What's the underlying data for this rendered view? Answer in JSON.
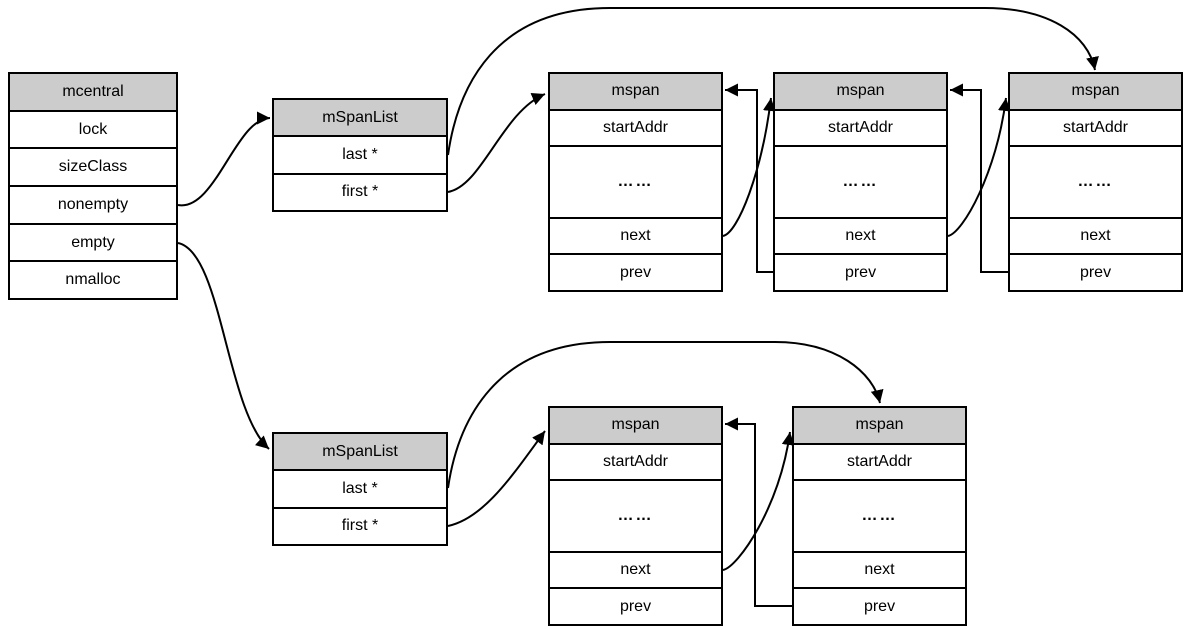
{
  "palette": {
    "background": "#ffffff",
    "header_fill": "#cccccc",
    "border": "#000000",
    "text": "#000000",
    "arrow": "#000000"
  },
  "mcentral": {
    "title": "mcentral",
    "fields": [
      "lock",
      "sizeClass",
      "nonempty",
      "empty",
      "nmalloc"
    ]
  },
  "nonempty_list": {
    "spanlist": {
      "title": "mSpanList",
      "fields": [
        "last *",
        "first *"
      ]
    },
    "spans": [
      {
        "title": "mspan",
        "fields": [
          "startAddr",
          "……",
          "next",
          "prev"
        ]
      },
      {
        "title": "mspan",
        "fields": [
          "startAddr",
          "……",
          "next",
          "prev"
        ]
      },
      {
        "title": "mspan",
        "fields": [
          "startAddr",
          "……",
          "next",
          "prev"
        ]
      }
    ]
  },
  "empty_list": {
    "spanlist": {
      "title": "mSpanList",
      "fields": [
        "last *",
        "first *"
      ]
    },
    "spans": [
      {
        "title": "mspan",
        "fields": [
          "startAddr",
          "……",
          "next",
          "prev"
        ]
      },
      {
        "title": "mspan",
        "fields": [
          "startAddr",
          "……",
          "next",
          "prev"
        ]
      }
    ]
  },
  "edges": [
    {
      "from": "mcentral.nonempty",
      "to": "nonempty mSpanList header"
    },
    {
      "from": "mcentral.empty",
      "to": "empty mSpanList header"
    },
    {
      "from": "nonempty mSpanList.first",
      "to": "nonempty mspan 1 header"
    },
    {
      "from": "nonempty mSpanList.last",
      "to": "nonempty mspan 3 header (top arc)"
    },
    {
      "from": "nonempty mspan 1.next",
      "to": "nonempty mspan 2 header"
    },
    {
      "from": "nonempty mspan 2.prev",
      "to": "nonempty mspan 1 header"
    },
    {
      "from": "nonempty mspan 2.next",
      "to": "nonempty mspan 3 header"
    },
    {
      "from": "nonempty mspan 3.prev",
      "to": "nonempty mspan 2 header"
    },
    {
      "from": "empty mSpanList.first",
      "to": "empty mspan 1 header"
    },
    {
      "from": "empty mSpanList.last",
      "to": "empty mspan 2 header (top arc)"
    },
    {
      "from": "empty mspan 1.next",
      "to": "empty mspan 2 header"
    },
    {
      "from": "empty mspan 2.prev",
      "to": "empty mspan 1 header"
    }
  ]
}
